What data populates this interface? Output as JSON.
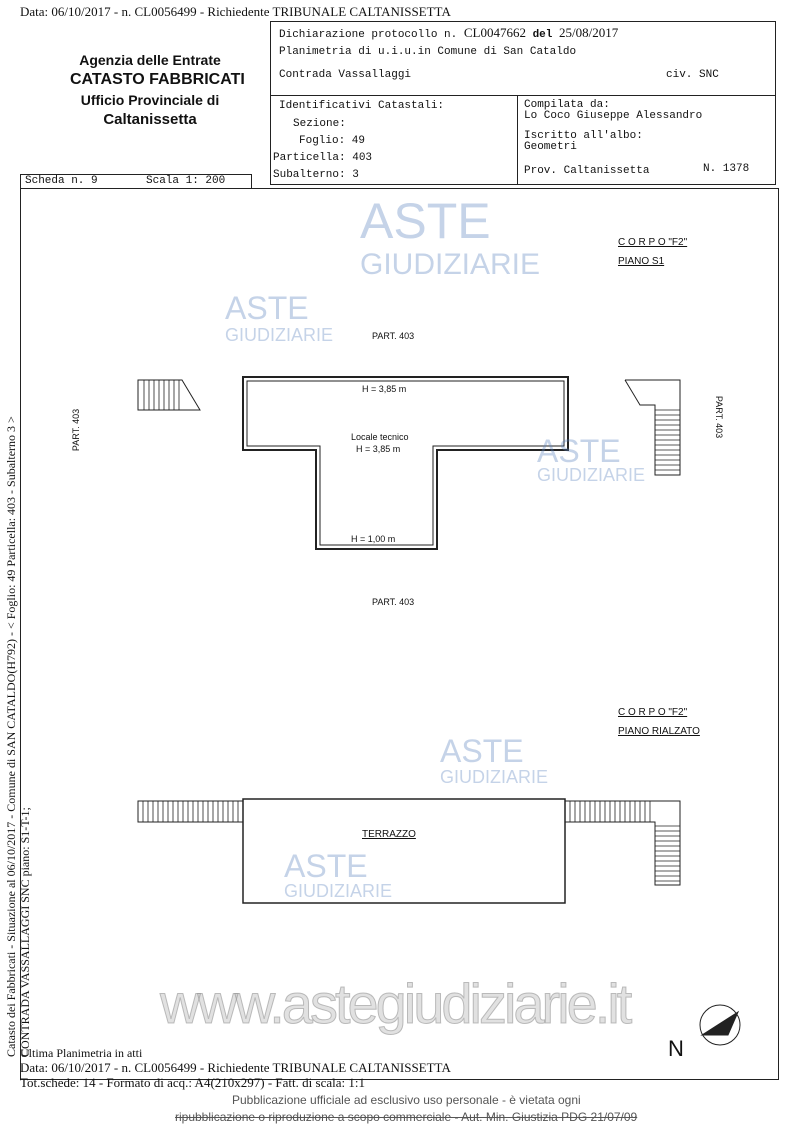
{
  "header_top": "Data: 06/10/2017 - n. CL0056499 - Richiedente TRIBUNALE CALTANISSETTA",
  "agency": {
    "line1": "Agenzia delle Entrate",
    "line2": "CATASTO FABBRICATI",
    "line3": "Ufficio Provinciale di",
    "line4": "Caltanissetta"
  },
  "declaration": {
    "protocol_label": "Dichiarazione protocollo n.",
    "protocol": "CL0047662",
    "del_label": "del",
    "date": "25/08/2017",
    "plan": "Planimetria di u.i.u.in Comune di San Cataldo",
    "address": "Contrada Vassallaggi",
    "civ": "civ. SNC"
  },
  "identifiers": {
    "title": "Identificativi Catastali:",
    "sezione": "Sezione:",
    "foglio": "Foglio: 49",
    "particella": "Particella: 403",
    "subalterno": "Subalterno: 3"
  },
  "compiler": {
    "label": "Compilata da:",
    "name": "Lo Coco Giuseppe Alessandro",
    "albo_label": "Iscritto all'albo:",
    "albo": "Geometri",
    "prov": "Prov. Caltanissetta",
    "number": "N. 1378"
  },
  "sheet": {
    "scheda": "Scheda n. 9",
    "scala": "Scala 1: 200"
  },
  "plan1": {
    "corpo": "C O R P O  \"F2\"",
    "piano": "PIANO S1",
    "part_top": "PART. 403",
    "part_bottom": "PART. 403",
    "part_left": "PART. 403",
    "part_right": "PART. 403",
    "h_top": "H = 3,85 m",
    "room": "Locale tecnico",
    "h_room": "H = 3,85 m",
    "h_bottom": "H = 1,00 m"
  },
  "plan2": {
    "corpo": "C O R P O  \"F2\"",
    "piano": "PIANO RIALZATO",
    "room": "TERRAZZO"
  },
  "side_text": {
    "line1": "Catasto dei Fabbricati - Situazione al 06/10/2017 - Comune di SAN CATALDO(H792) - < Foglio: 49 Particella: 403 - Subalterno 3 >",
    "line2": "CONTRADA VASSALLAGGI SNC piano: S1-T-1;"
  },
  "north": "N",
  "footer": {
    "line1": "Ultima Planimetria in atti",
    "line2": "Data: 06/10/2017 - n. CL0056499 - Richiedente TRIBUNALE CALTANISSETTA",
    "line3": "Tot.schede: 14 - Formato di acq.: A4(210x297) - Fatt. di scala: 1:1",
    "notice1": "Pubblicazione ufficiale ad esclusivo uso personale - è vietata ogni",
    "notice2": "ripubblicazione o riproduzione a scopo commerciale - Aut. Min. Giustizia PDG 21/07/09"
  },
  "watermark": {
    "brand1": "ASTE",
    "brand2": "GIUDIZIARIE",
    "url": "www.astegiudiziarie.it"
  }
}
